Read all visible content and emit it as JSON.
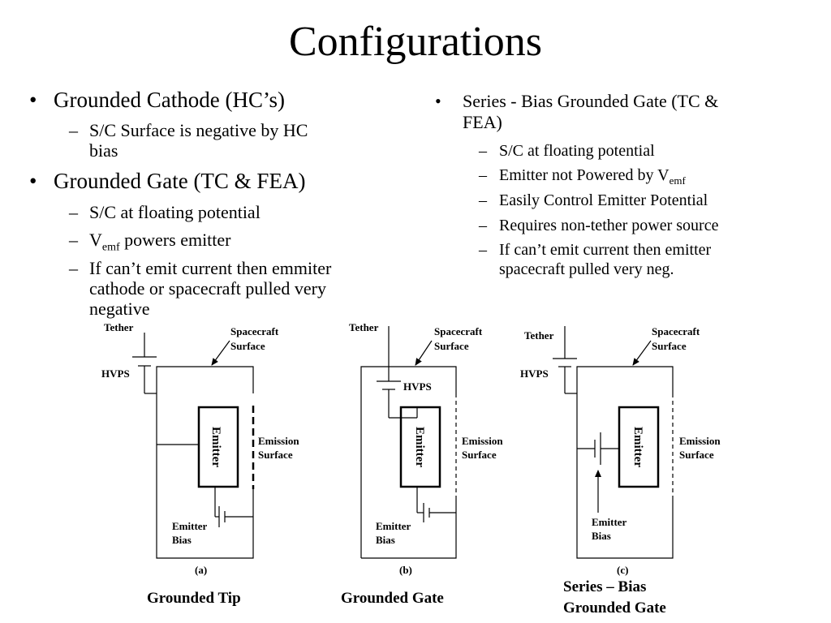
{
  "title": "Configurations",
  "left": {
    "b1": "Grounded Cathode (HC’s)",
    "b1_sub1_l1": "S/C Surface is negative by HC",
    "b1_sub1_l2": "bias",
    "b2": "Grounded Gate (TC & FEA)",
    "b2_sub1": "S/C at floating potential",
    "b2_sub2_v": "V",
    "b2_sub2_emf": "emf",
    "b2_sub2_rest": " powers emitter",
    "b2_sub3_l1": "If can’t emit current then emmiter",
    "b2_sub3_l2": "cathode or spacecraft pulled very",
    "b2_sub3_l3": "negative"
  },
  "right": {
    "b1_l1": "Series - Bias Grounded Gate (TC &",
    "b1_l2": "FEA)",
    "s1": "S/C at floating potential",
    "s2_pre": "Emitter not Powered by V",
    "s2_emf": "emf",
    "s3": "Easily Control Emitter Potential",
    "s4": "Requires non-tether power source",
    "s5_l1": "If can’t emit current then emitter",
    "s5_l2": "spacecraft pulled very neg."
  },
  "symbols": {
    "bullet": "•",
    "dash": "–"
  },
  "diagrams": {
    "tether": "Tether",
    "spacecraft": "Spacecraft",
    "surface": "Surface",
    "hvps": "HVPS",
    "emitter": "Emitter",
    "emission": "Emission",
    "emitter_word": "Emitter",
    "bias": "Bias",
    "a_label": "(a)",
    "b_label": "(b)",
    "c_label": "(c)"
  },
  "captions": {
    "a": "Grounded Tip",
    "b": "Grounded Gate",
    "c_l1": "Series – Bias",
    "c_l2": "Grounded Gate"
  }
}
